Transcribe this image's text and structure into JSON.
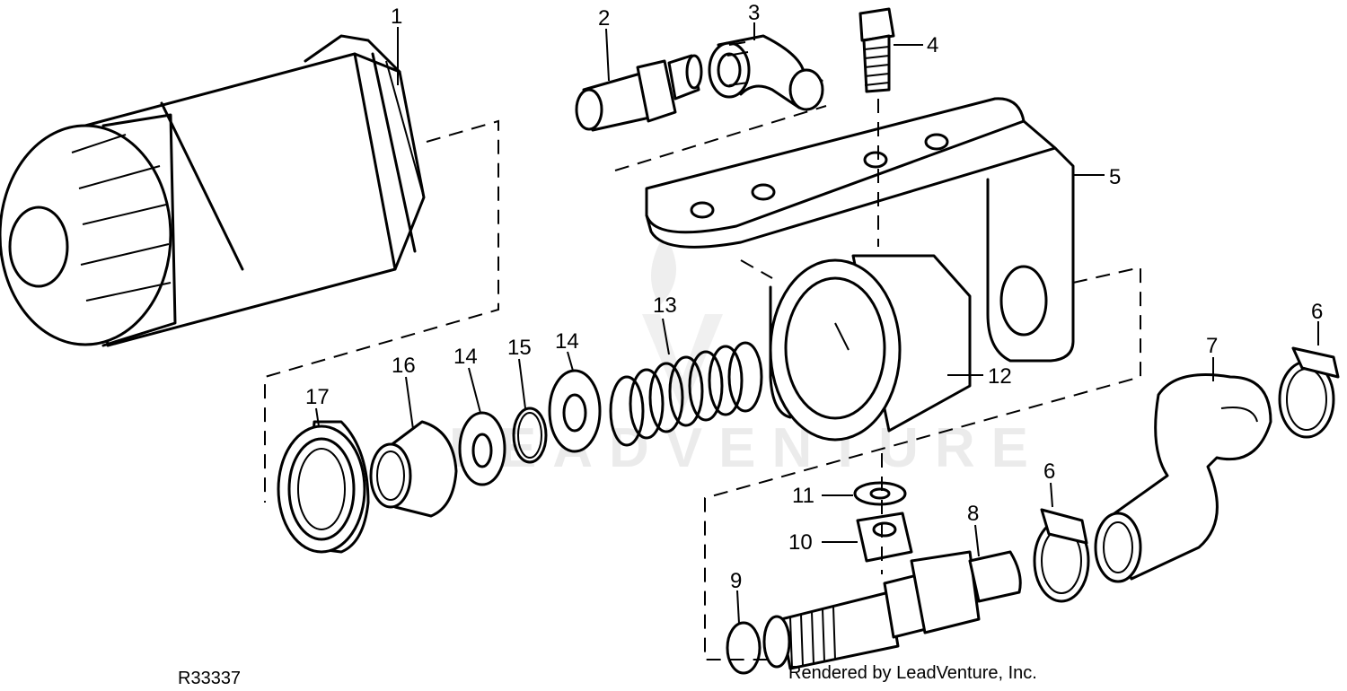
{
  "figure_id": "R33337",
  "credit": "Rendered by LeadVenture, Inc.",
  "watermark": "LEADVENTURE",
  "callouts": [
    {
      "id": "c1",
      "text": "1"
    },
    {
      "id": "c2",
      "text": "2"
    },
    {
      "id": "c3",
      "text": "3"
    },
    {
      "id": "c4",
      "text": "4"
    },
    {
      "id": "c5",
      "text": "5"
    },
    {
      "id": "c6a",
      "text": "6"
    },
    {
      "id": "c6b",
      "text": "6"
    },
    {
      "id": "c7",
      "text": "7"
    },
    {
      "id": "c8",
      "text": "8"
    },
    {
      "id": "c9",
      "text": "9"
    },
    {
      "id": "c10",
      "text": "10"
    },
    {
      "id": "c11",
      "text": "11"
    },
    {
      "id": "c12",
      "text": "12"
    },
    {
      "id": "c13",
      "text": "13"
    },
    {
      "id": "c14a",
      "text": "14"
    },
    {
      "id": "c14b",
      "text": "14"
    },
    {
      "id": "c15",
      "text": "15"
    },
    {
      "id": "c16",
      "text": "16"
    },
    {
      "id": "c17",
      "text": "17"
    }
  ]
}
